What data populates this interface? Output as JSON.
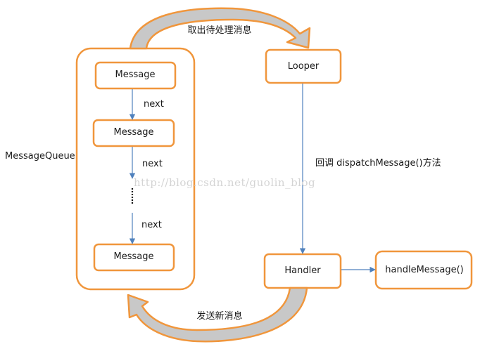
{
  "queue": {
    "label": "MessageQueue",
    "messages": [
      "Message",
      "Message",
      "Message"
    ],
    "next_labels": [
      "next",
      "next",
      "next"
    ]
  },
  "looper": {
    "label": "Looper"
  },
  "handler": {
    "label": "Handler"
  },
  "handle_message": {
    "label": "handleMessage()"
  },
  "edges": {
    "fetch": "取出待处理消息",
    "dispatch": "回调 dispatchMessage()方法",
    "send": "发送新消息"
  },
  "watermark": "http://blog.csdn.net/guolin_blog",
  "colors": {
    "box_border": "#F0963C",
    "curved_arrow_fill": "#C8C8C8",
    "connector": "#4F81BD",
    "text": "#1a1a1a"
  }
}
